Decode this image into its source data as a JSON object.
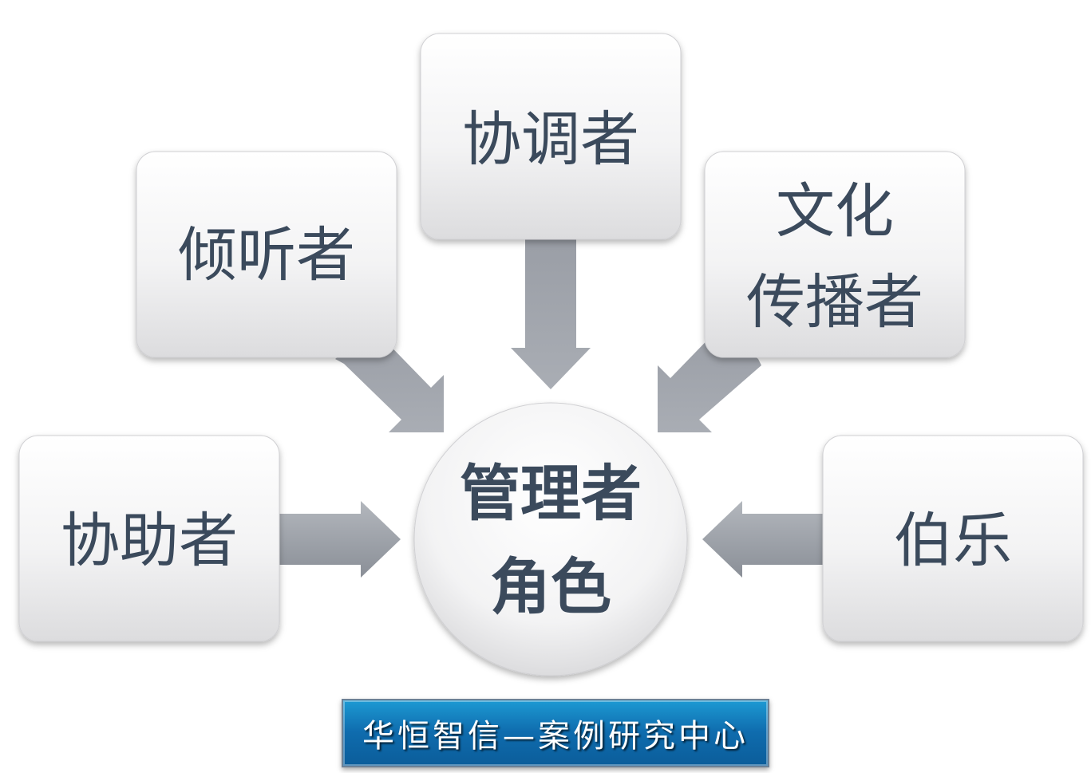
{
  "diagram": {
    "center": {
      "line1": "管理者",
      "line2": "角色"
    },
    "nodes": {
      "coordinator": "协调者",
      "listener": "倾听者",
      "culture_line1": "文化",
      "culture_line2": "传播者",
      "assistant": "协助者",
      "bole": "伯乐"
    }
  },
  "banner": {
    "text": "华恒智信—案例研究中心"
  },
  "colors": {
    "label_text": "#3b4a5c",
    "arrow": "#8e939b",
    "banner_blue": "#0f6cae"
  }
}
